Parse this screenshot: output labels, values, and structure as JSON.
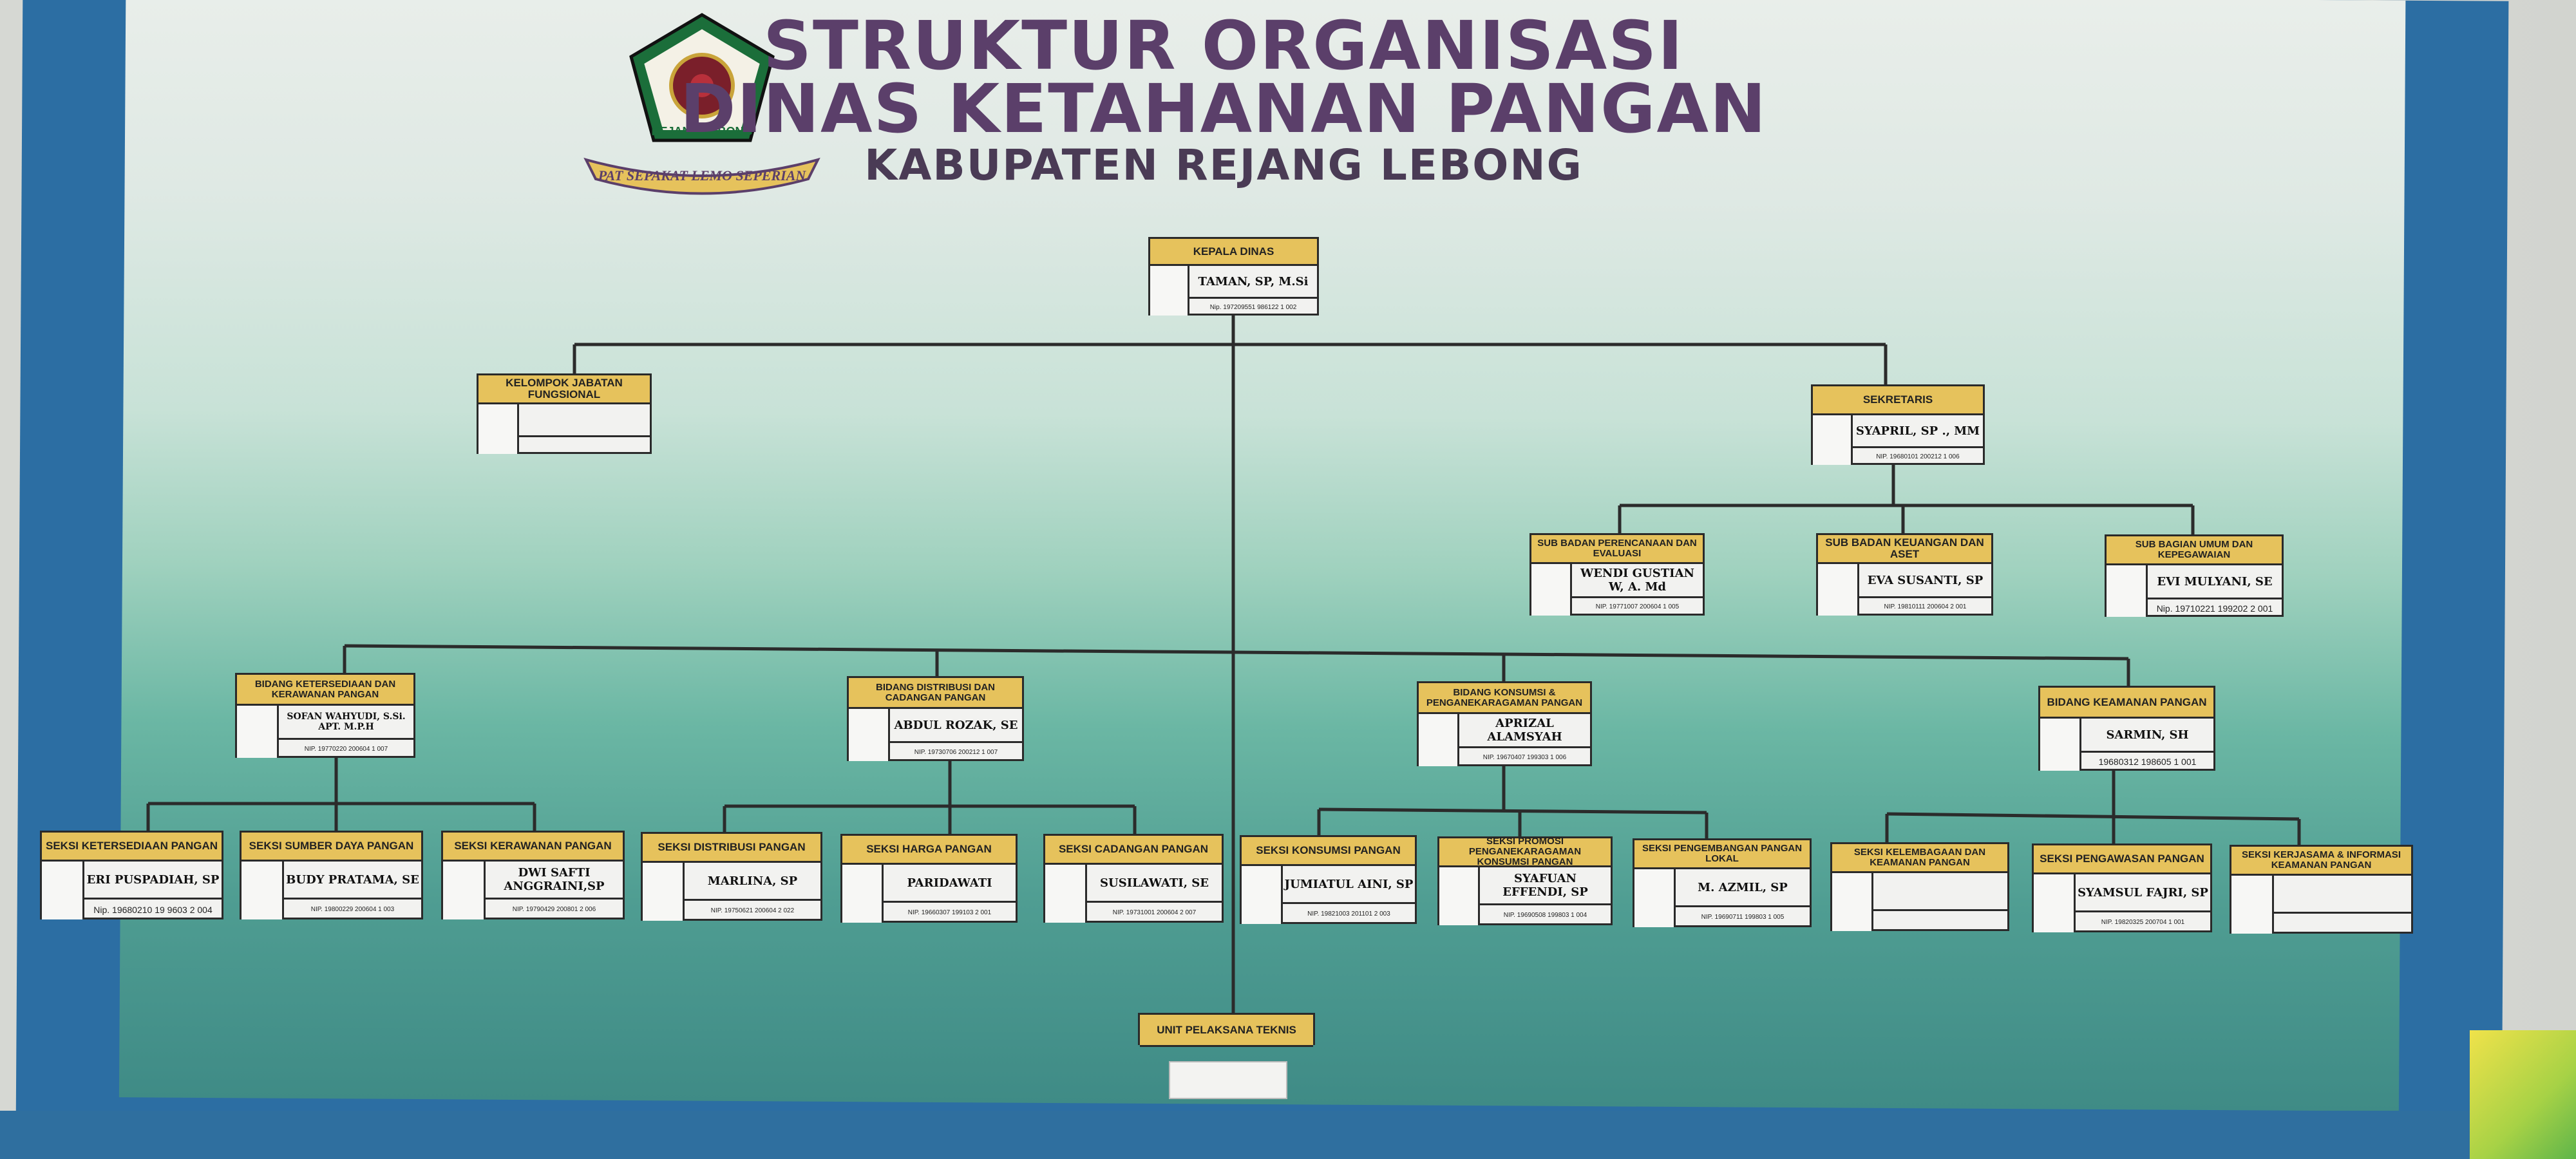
{
  "header": {
    "line1": "STRUKTUR ORGANISASI",
    "line2": "DINAS KETAHANAN PANGAN",
    "line3": "KABUPATEN REJANG LEBONG",
    "logo_text": "REJANG LEBONG",
    "logo_motto": "PAT SEPAKAT LEMO SEPERIAN"
  },
  "colors": {
    "title": "#5b3f6a",
    "box_header": "#e6c25c",
    "frame": "#2c6ea3"
  },
  "boxes": [
    {
      "key": "kepala",
      "title": "KEPALA DINAS",
      "name": "TAMAN, SP, M.Si",
      "nip": "Nip. 197209551 986122 1 002"
    },
    {
      "key": "fungsional",
      "title": "KELOMPOK JABATAN FUNGSIONAL",
      "name": "",
      "nip": ""
    },
    {
      "key": "sekretaris",
      "title": "SEKRETARIS",
      "name": "SYAPRIL, SP ., MM",
      "nip": "NIP. 19680101 200212 1 006"
    },
    {
      "key": "sub1",
      "title": "SUB BADAN PERENCANAAN DAN EVALUASI",
      "name": "WENDI GUSTIAN W, A. Md",
      "nip": "NIP. 19771007 200604 1 005"
    },
    {
      "key": "sub2",
      "title": "SUB BADAN KEUANGAN DAN ASET",
      "name": "EVA SUSANTI, SP",
      "nip": "NIP. 19810111 200604 2 001"
    },
    {
      "key": "sub3",
      "title": "SUB BAGIAN UMUM DAN KEPEGAWAIAN",
      "name": "EVI MULYANI, SE",
      "nip": "Nip. 19710221 199202 2 001"
    },
    {
      "key": "bid1",
      "title": "BIDANG KETERSEDIAAN DAN KERAWANAN PANGAN",
      "name": "SOFAN WAHYUDI, S.Si. APT. M.P.H",
      "nip": "NIP. 19770220 200604 1 007"
    },
    {
      "key": "bid2",
      "title": "BIDANG DISTRIBUSI DAN CADANGAN PANGAN",
      "name": "ABDUL ROZAK, SE",
      "nip": "NIP. 19730706 200212 1 007"
    },
    {
      "key": "bid3",
      "title": "BIDANG KONSUMSI & PENGANEKARAGAMAN PANGAN",
      "name": "APRIZAL ALAMSYAH",
      "nip": "NIP. 19670407 199303 1 006"
    },
    {
      "key": "bid4",
      "title": "BIDANG KEAMANAN PANGAN",
      "name": "SARMIN, SH",
      "nip": "19680312 198605 1 001"
    },
    {
      "key": "s1",
      "title": "SEKSI KETERSEDIAAN PANGAN",
      "name": "ERI PUSPADIAH, SP",
      "nip": "Nip. 19680210 19 9603 2 004"
    },
    {
      "key": "s2",
      "title": "SEKSI SUMBER DAYA PANGAN",
      "name": "BUDY PRATAMA, SE",
      "nip": "NIP. 19800229 200604 1 003"
    },
    {
      "key": "s3",
      "title": "SEKSI KERAWANAN PANGAN",
      "name": "DWI SAFTI ANGGRAINI,SP",
      "nip": "NIP. 19790429 200801 2 006"
    },
    {
      "key": "s4",
      "title": "SEKSI DISTRIBUSI PANGAN",
      "name": "MARLINA, SP",
      "nip": "NIP. 19750621 200604 2 022"
    },
    {
      "key": "s5",
      "title": "SEKSI HARGA PANGAN",
      "name": "PARIDAWATI",
      "nip": "NIP. 19660307 199103 2 001"
    },
    {
      "key": "s6",
      "title": "SEKSI CADANGAN PANGAN",
      "name": "SUSILAWATI, SE",
      "nip": "NIP. 19731001 200604 2 007"
    },
    {
      "key": "s7",
      "title": "SEKSI KONSUMSI PANGAN",
      "name": "JUMIATUL AINI, SP",
      "nip": "NIP. 19821003 201101 2 003"
    },
    {
      "key": "s8",
      "title": "SEKSI PROMOSI PENGANEKARAGAMAN KONSUMSI PANGAN",
      "name": "SYAFUAN EFFENDI, SP",
      "nip": "NIP. 19690508 199803 1 004"
    },
    {
      "key": "s9",
      "title": "SEKSI PENGEMBANGAN PANGAN LOKAL",
      "name": "M. AZMIL, SP",
      "nip": "NIP. 19690711 199803 1 005"
    },
    {
      "key": "s10",
      "title": "SEKSI KELEMBAGAAN DAN KEAMANAN PANGAN",
      "name": "",
      "nip": ""
    },
    {
      "key": "s11",
      "title": "SEKSI PENGAWASAN PANGAN",
      "name": "SYAMSUL FAJRI, SP",
      "nip": "NIP. 19820325 200704 1 001"
    },
    {
      "key": "s12",
      "title": "SEKSI KERJASAMA & INFORMASI KEAMANAN PANGAN",
      "name": "",
      "nip": ""
    },
    {
      "key": "upt",
      "title": "UNIT PELAKSANA TEKNIS",
      "name": "",
      "nip": ""
    }
  ]
}
